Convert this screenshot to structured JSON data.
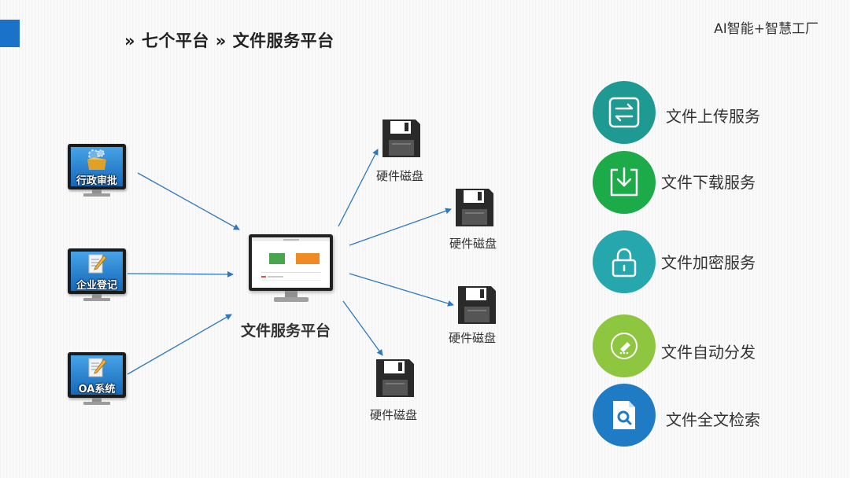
{
  "header": {
    "title": "» 七个平台 » 文件服务平台",
    "brand": "AI智能+智慧工厂"
  },
  "sources": [
    {
      "label": "行政审批",
      "icon": "gear-folder-icon"
    },
    {
      "label": "企业登记",
      "icon": "document-pen-icon"
    },
    {
      "label": "OA系统",
      "icon": "document-pen-icon"
    }
  ],
  "center": {
    "label": "文件服务平台"
  },
  "disks": [
    {
      "label": "硬件磁盘"
    },
    {
      "label": "硬件磁盘"
    },
    {
      "label": "硬件磁盘"
    },
    {
      "label": "硬件磁盘"
    }
  ],
  "services": [
    {
      "label": "文件上传服务",
      "icon": "upload-transfer-icon",
      "color": "#1e9a93"
    },
    {
      "label": "文件下载服务",
      "icon": "download-icon",
      "color": "#1dab4a"
    },
    {
      "label": "文件加密服务",
      "icon": "lock-icon",
      "color": "#26a6ad"
    },
    {
      "label": "文件自动分发",
      "icon": "eraser-icon",
      "color": "#8ec63f"
    },
    {
      "label": "文件全文检索",
      "icon": "document-search-icon",
      "color": "#1f7cc4"
    }
  ],
  "colors": {
    "accent": "#1a73c8",
    "arrow": "#2d78c2"
  }
}
